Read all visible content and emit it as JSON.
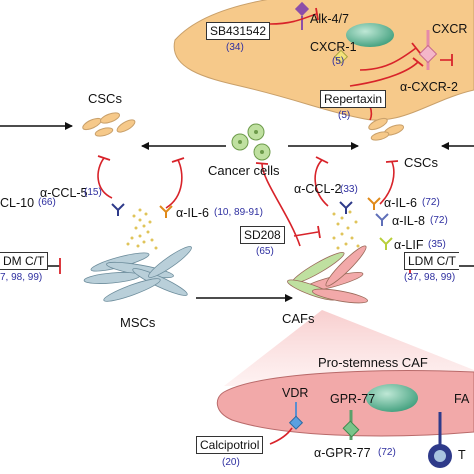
{
  "labels": {
    "alk": "Alk-4/7",
    "cxcr_top": "CXCR",
    "cxcr1": "CXCR-1",
    "cxcr1_cite": "(5)",
    "anti_cxcr2": "α-CXCR-2",
    "csc_left": "CSCs",
    "cancer_cells": "Cancer cells",
    "csc_right": "CSCs",
    "ccl10": "CL-10",
    "ccl10_cite": "(66)",
    "anti_ccl5": "α-CCL-5",
    "anti_ccl5_cite": "(15)",
    "anti_il6_left": "α-IL-6",
    "anti_il6_left_cite": "(10, 89-91)",
    "mscs": "MSCs",
    "anti_ccl2": "α-CCL-2",
    "anti_ccl2_cite": "(33)",
    "anti_il6_right": "α-IL-6",
    "anti_il6_right_cite": "(72)",
    "anti_il8": "α-IL-8",
    "anti_il8_cite": "(72)",
    "anti_lif": "α-LIF",
    "anti_lif_cite": "(35)",
    "cafs": "CAFs",
    "prostemness": "Pro-stemness CAF",
    "vdr": "VDR",
    "gpr77": "GPR-77",
    "fa": "FA",
    "anti_gpr77": "α-GPR-77",
    "anti_gpr77_cite": "(72)",
    "t_label": "T"
  },
  "drugs": {
    "sb431542": "SB431542",
    "sb431542_cite": "(34)",
    "repertaxin": "Repertaxin",
    "repertaxin_cite": "(5)",
    "sd208": "SD208",
    "sd208_cite": "(65)",
    "calcipotriol": "Calcipotriol",
    "calcipotriol_cite": "(20)",
    "ldm_left": "DM C/T",
    "ldm_left_cite": "7, 98, 99)",
    "ldm_right": "LDM C/T",
    "ldm_right_cite": "(37, 98, 99)"
  },
  "colors": {
    "inhibit": "#d8232a",
    "cite": "#2e2fa0",
    "cell_orange": "#f6c98a",
    "cell_green": "#bfe0a0",
    "msc_blue": "#b9cfd9",
    "caf_pink": "#f2a9a9",
    "nucleus_teal": "#6fb9a0"
  }
}
